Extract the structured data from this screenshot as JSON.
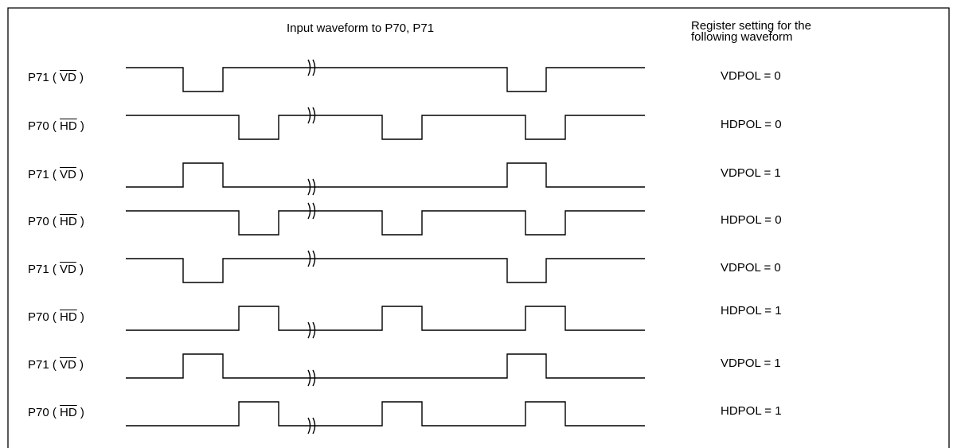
{
  "header": {
    "input_title": "Input waveform to P70, P71",
    "register_title_line1": "Register setting for the",
    "register_title_line2": "following waveform"
  },
  "rows": [
    {
      "pin": "P71",
      "signal": "VD",
      "register": "VDPOL = 0"
    },
    {
      "pin": "P70",
      "signal": "HD",
      "register": "HDPOL = 0"
    },
    {
      "pin": "P71",
      "signal": "VD",
      "register": "VDPOL = 1"
    },
    {
      "pin": "P70",
      "signal": "HD",
      "register": "HDPOL = 0"
    },
    {
      "pin": "P71",
      "signal": "VD",
      "register": "VDPOL = 0"
    },
    {
      "pin": "P70",
      "signal": "HD",
      "register": "HDPOL = 1"
    },
    {
      "pin": "P71",
      "signal": "VD",
      "register": "VDPOL = 1"
    },
    {
      "pin": "P70",
      "signal": "HD",
      "register": "HDPOL = 1"
    }
  ]
}
